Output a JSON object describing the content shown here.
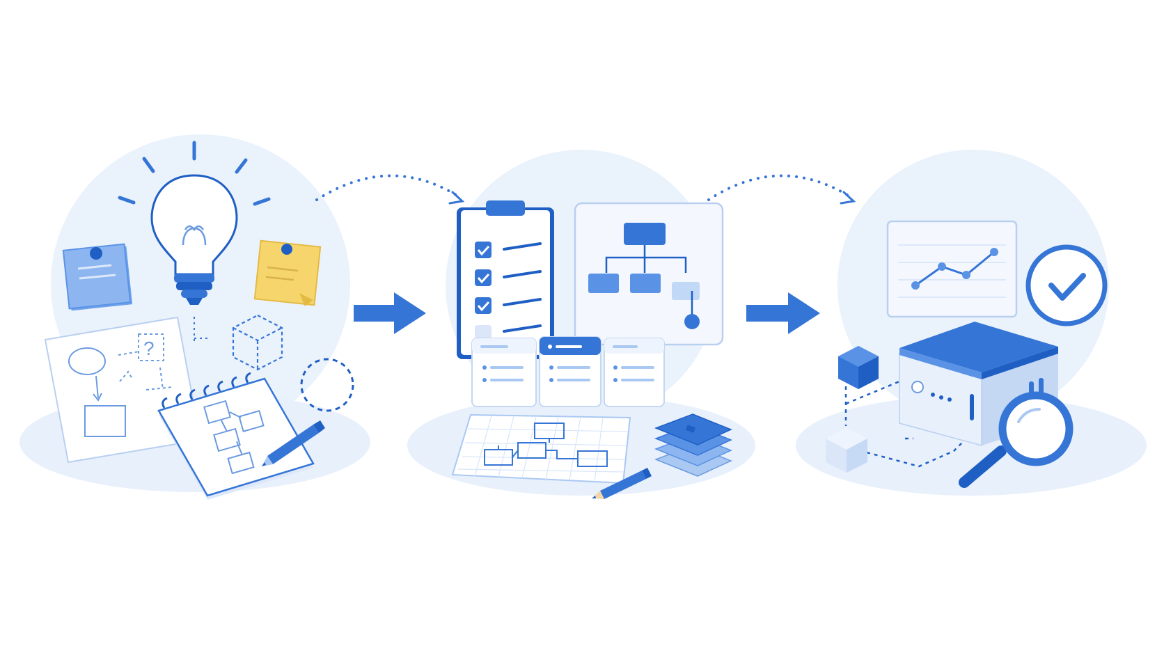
{
  "palette": {
    "primary": "#3575d6",
    "primary_dark": "#1f5fc4",
    "primary_mid": "#5a93e6",
    "primary_light": "#a9c8f2",
    "tint": "#e9f1fc",
    "tint_soft": "#f2f7fe",
    "outline": "#6b9be0",
    "sticky_yellow": "#f6d66c",
    "white": "#ffffff"
  },
  "stages": [
    {
      "id": "ideation",
      "icons": [
        "lightbulb-icon",
        "sticky-note-icon",
        "pushpin-icon",
        "flowchart-sketch-icon",
        "question-mark-icon",
        "wireframe-cube-icon",
        "dashed-circle-icon",
        "spiral-notebook-icon",
        "pen-icon"
      ]
    },
    {
      "id": "planning",
      "icons": [
        "clipboard-checklist-icon",
        "checkbox-checked-icon",
        "org-chart-icon",
        "kanban-card-icon",
        "blueprint-grid-icon",
        "pencil-icon",
        "stacked-layers-icon"
      ]
    },
    {
      "id": "deployment",
      "icons": [
        "line-chart-icon",
        "check-circle-icon",
        "server-box-icon",
        "cube-icon",
        "magnifying-glass-icon"
      ]
    }
  ],
  "connectors": [
    "arrow-right-icon",
    "arrow-right-icon",
    "dotted-arc-arrow-icon",
    "dotted-arc-arrow-icon"
  ]
}
